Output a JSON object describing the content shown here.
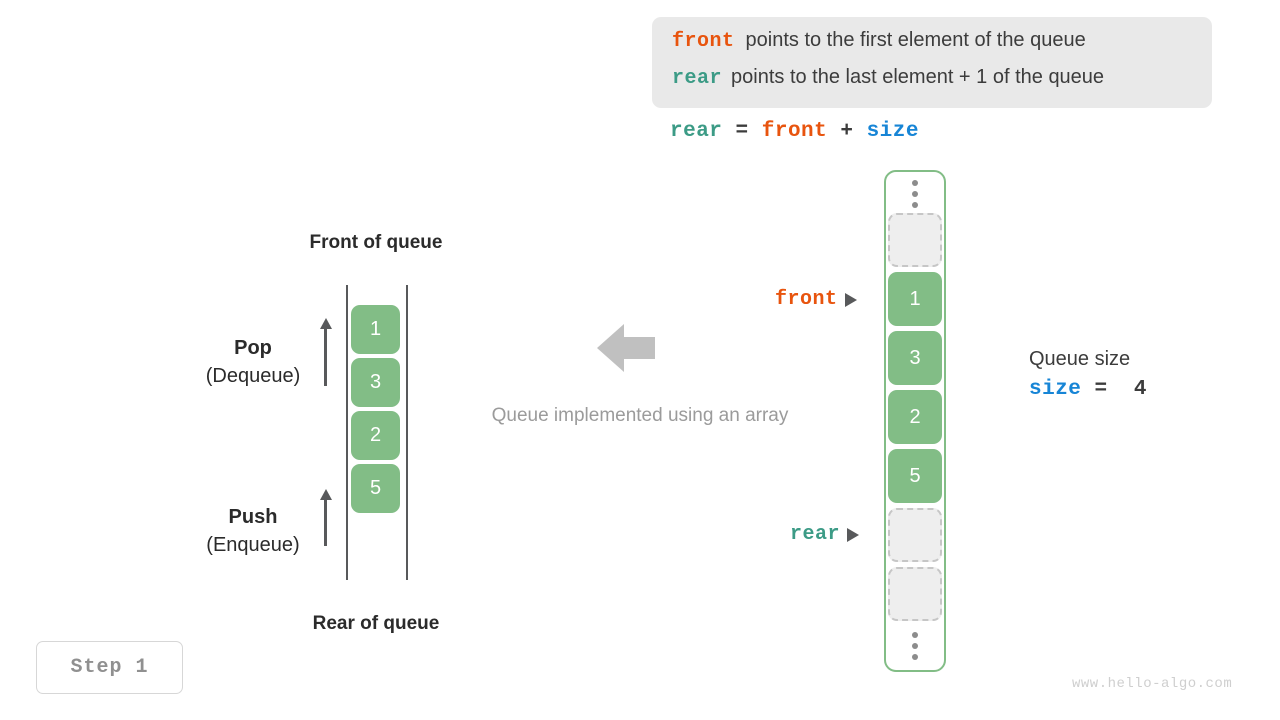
{
  "legend": {
    "lines": [
      {
        "keyword": "front",
        "keyword_color": "#e8540e",
        "text": "points to the first element of the queue"
      },
      {
        "keyword": "rear",
        "keyword_color": "#3c9b86",
        "text": "points to the last element + 1 of the queue"
      }
    ]
  },
  "formula": {
    "rear": "rear",
    "equals": " = ",
    "front": "front",
    "plus": " + ",
    "size": "size"
  },
  "left_queue": {
    "front_label": "Front of queue",
    "rear_label": "Rear of queue",
    "pop": {
      "name": "Pop",
      "alt": "(Dequeue)"
    },
    "push": {
      "name": "Push",
      "alt": "(Enqueue)"
    },
    "cells": [
      "1",
      "3",
      "2",
      "5"
    ]
  },
  "center": {
    "caption": "Queue implemented using an array",
    "arrow_direction": "left",
    "arrow_color": "#c0c0c0"
  },
  "array": {
    "slots": [
      {
        "type": "dots",
        "value": ""
      },
      {
        "type": "empty",
        "value": ""
      },
      {
        "type": "filled",
        "value": "1"
      },
      {
        "type": "filled",
        "value": "3"
      },
      {
        "type": "filled",
        "value": "2"
      },
      {
        "type": "filled",
        "value": "5"
      },
      {
        "type": "empty",
        "value": ""
      },
      {
        "type": "empty",
        "value": ""
      },
      {
        "type": "dots",
        "value": ""
      }
    ],
    "fill_color": "#82bd86",
    "empty_color": "#eeeeee",
    "border_color": "#82bd86"
  },
  "pointers": {
    "front": "front",
    "rear": "rear"
  },
  "size_info": {
    "title": "Queue size",
    "expression_name": "size",
    "expression_rest": " =  4",
    "value": "4"
  },
  "step": {
    "label": "Step 1"
  },
  "watermark": {
    "text": "www.hello-algo.com"
  }
}
